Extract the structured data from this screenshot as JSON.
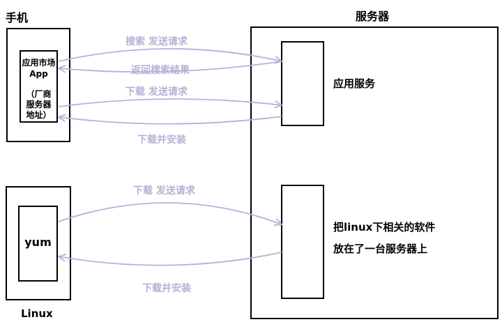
{
  "phone": {
    "title": "手机",
    "app_lines": [
      "应用市场",
      "App"
    ],
    "note_lines": [
      "（厂商",
      "服务器",
      "地址）"
    ]
  },
  "linux": {
    "title": "Linux",
    "tool": "yum"
  },
  "server": {
    "title": "服务器",
    "app_service": "应用服务",
    "repo_lines": [
      "把linux下相关的软件",
      "放在了一台服务器上"
    ]
  },
  "arrows": {
    "search_request": "搜索   发送请求",
    "return_results": "返回搜索结果",
    "download_request_1": "下载  发送请求",
    "download_install_1": "下载并安装",
    "download_request_2": "下载  发送请求",
    "download_install_2": "下载并安装"
  },
  "colors": {
    "arrow": "#b6b0d6",
    "border": "#000000"
  }
}
